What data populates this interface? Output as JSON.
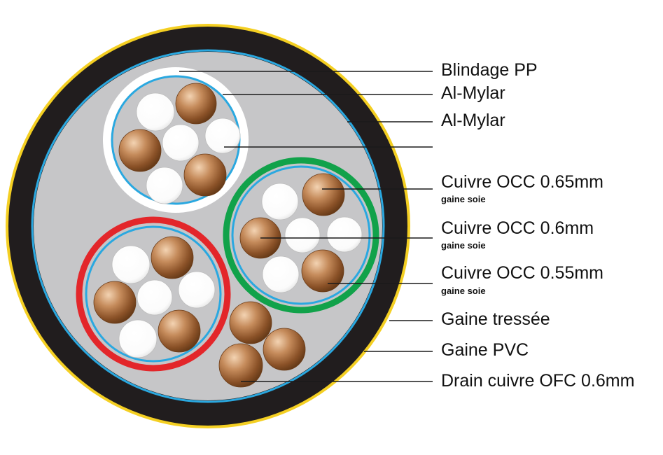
{
  "labels": {
    "blindage": "Blindage PP",
    "al_mylar_1": "Al-Mylar",
    "al_mylar_2": "Al-Mylar",
    "cuivre_065": "Cuivre OCC 0.65mm",
    "cuivre_065_sub": "gaine soie",
    "cuivre_06": "Cuivre OCC 0.6mm",
    "cuivre_06_sub": "gaine soie",
    "cuivre_055": "Cuivre OCC 0.55mm",
    "cuivre_055_sub": "gaine soie",
    "gaine_tressee": "Gaine tressée",
    "gaine_pvc": "Gaine PVC",
    "drain": "Drain cuivre OFC 0.6mm"
  },
  "colors": {
    "outer_yellow": "#f4cf22",
    "jacket": "#211d1e",
    "filler": "#c6c6c8",
    "foil": "#2aa8e0",
    "white_bundle_ring": "#ffffff",
    "red_bundle_ring": "#e3262a",
    "green_bundle_ring": "#11a24a",
    "copper": "#9a5f31",
    "insulation": "#ffffff"
  }
}
